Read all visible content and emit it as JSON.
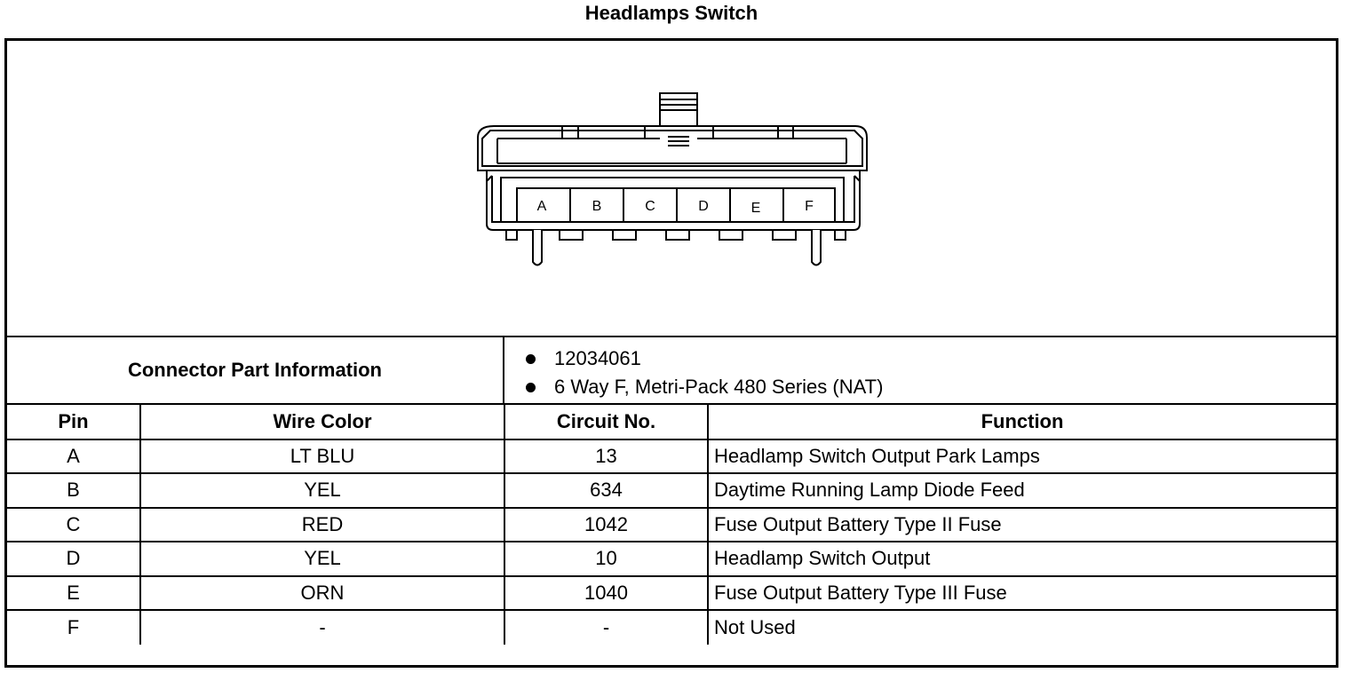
{
  "title": "Headlamps Switch",
  "connector": {
    "cavity_labels": [
      "A",
      "B",
      "C",
      "D",
      "E",
      "F"
    ]
  },
  "part_info": {
    "label": "Connector Part Information",
    "items": [
      "12034061",
      "6 Way F, Metri-Pack 480 Series (NAT)"
    ]
  },
  "table": {
    "headers": [
      "Pin",
      "Wire Color",
      "Circuit No.",
      "Function"
    ],
    "rows": [
      {
        "pin": "A",
        "wire_color": "LT BLU",
        "circuit": "13",
        "function": "Headlamp Switch Output Park Lamps"
      },
      {
        "pin": "B",
        "wire_color": "YEL",
        "circuit": "634",
        "function": "Daytime Running Lamp Diode Feed"
      },
      {
        "pin": "C",
        "wire_color": "RED",
        "circuit": "1042",
        "function": "Fuse Output Battery Type II Fuse"
      },
      {
        "pin": "D",
        "wire_color": "YEL",
        "circuit": "10",
        "function": "Headlamp Switch Output"
      },
      {
        "pin": "E",
        "wire_color": "ORN",
        "circuit": "1040",
        "function": "Fuse Output Battery Type III Fuse"
      },
      {
        "pin": "F",
        "wire_color": "-",
        "circuit": "-",
        "function": "Not Used"
      }
    ]
  }
}
